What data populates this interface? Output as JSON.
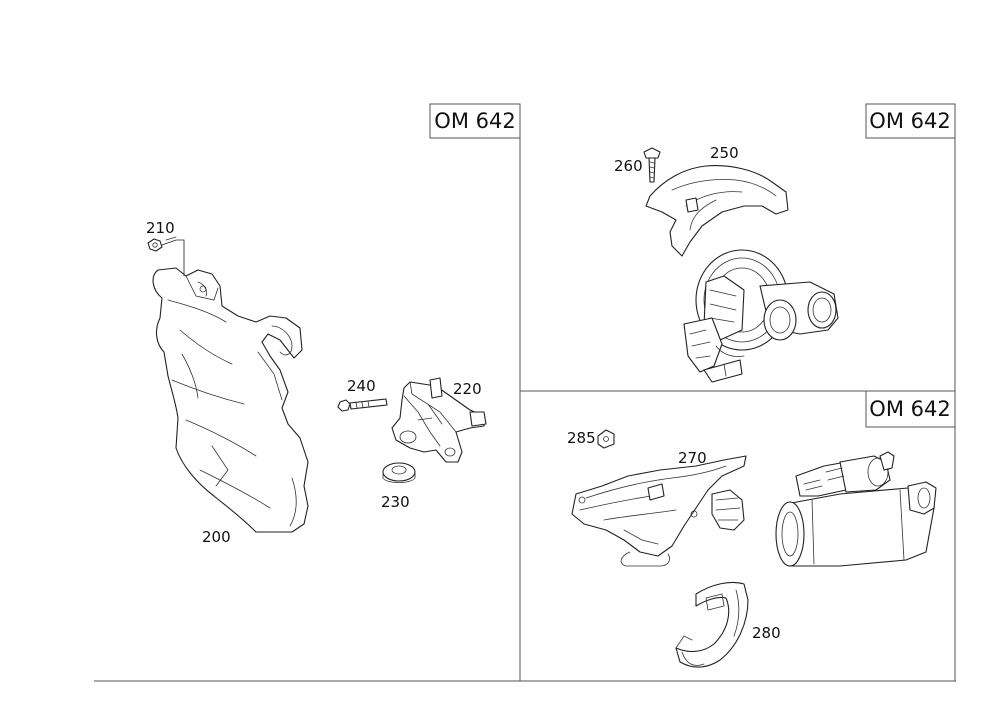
{
  "panels": {
    "left": {
      "badge": "OM 642"
    },
    "top_right": {
      "badge": "OM 642"
    },
    "bottom_right": {
      "badge": "OM 642"
    }
  },
  "callouts": {
    "p200": "200",
    "p210": "210",
    "p220": "220",
    "p230": "230",
    "p240": "240",
    "p250": "250",
    "p260": "260",
    "p270": "270",
    "p280": "280",
    "p285": "285"
  }
}
